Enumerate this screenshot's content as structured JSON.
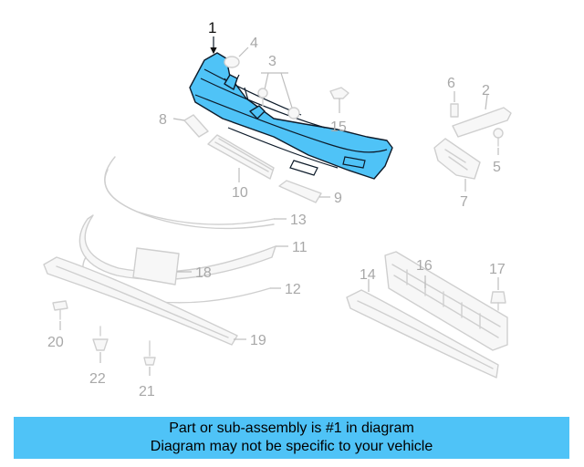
{
  "diagram": {
    "highlight_color": "#4fc3f7",
    "callouts": [
      "1",
      "2",
      "3",
      "4",
      "5",
      "6",
      "7",
      "8",
      "9",
      "10",
      "11",
      "12",
      "13",
      "14",
      "15",
      "16",
      "17",
      "18",
      "19",
      "20",
      "21",
      "22"
    ]
  },
  "banner": {
    "line1": "Part or sub-assembly is #1 in diagram",
    "line2": "Diagram may not be specific to your vehicle"
  }
}
